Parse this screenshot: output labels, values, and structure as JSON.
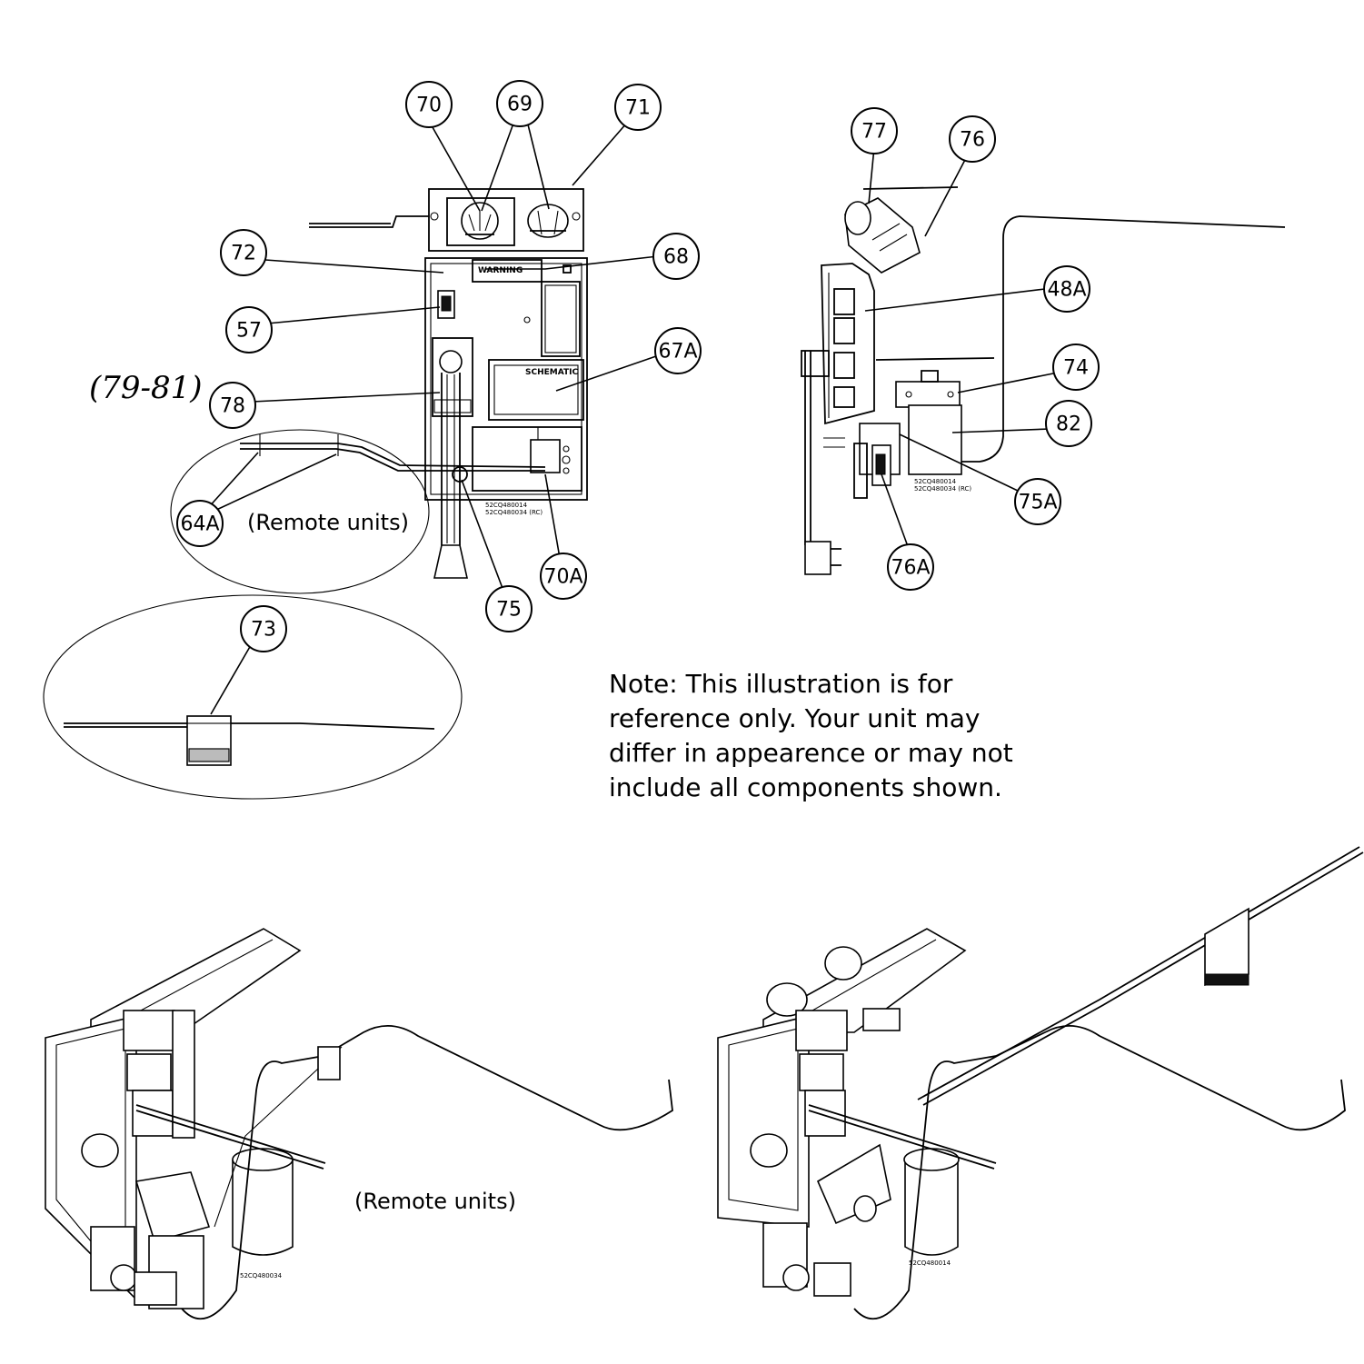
{
  "callouts": {
    "c70": "70",
    "c69": "69",
    "c71": "71",
    "c72": "72",
    "c68": "68",
    "c57": "57",
    "c67A": "67A",
    "c78": "78",
    "c64A": "64A",
    "c75": "75",
    "c70A": "70A",
    "c73": "73",
    "c77": "77",
    "c76": "76",
    "c48A": "48A",
    "c74": "74",
    "c82": "82",
    "c75A": "75A",
    "c76A": "76A"
  },
  "handwritten_ref": "(79-81)",
  "remote_units_label_top": "(Remote units)",
  "remote_units_label_bottom": "(Remote units)",
  "panel_labels": {
    "warning": "WARNING",
    "schematic": "SCHEMATIC",
    "part_code_front_1": "52CQ480014",
    "part_code_front_2": "52CQ480034 (RC)",
    "part_code_side_1": "52CQ480014",
    "part_code_side_2": "52CQ480034 (RC)",
    "part_code_iso_left": "52CQ480034",
    "part_code_iso_right": "52CQ480014"
  },
  "note": {
    "line1": "Note: This illustration is for",
    "line2": "reference only. Your unit may",
    "line3": "differ in appearence or may not",
    "line4": "include all components shown."
  }
}
